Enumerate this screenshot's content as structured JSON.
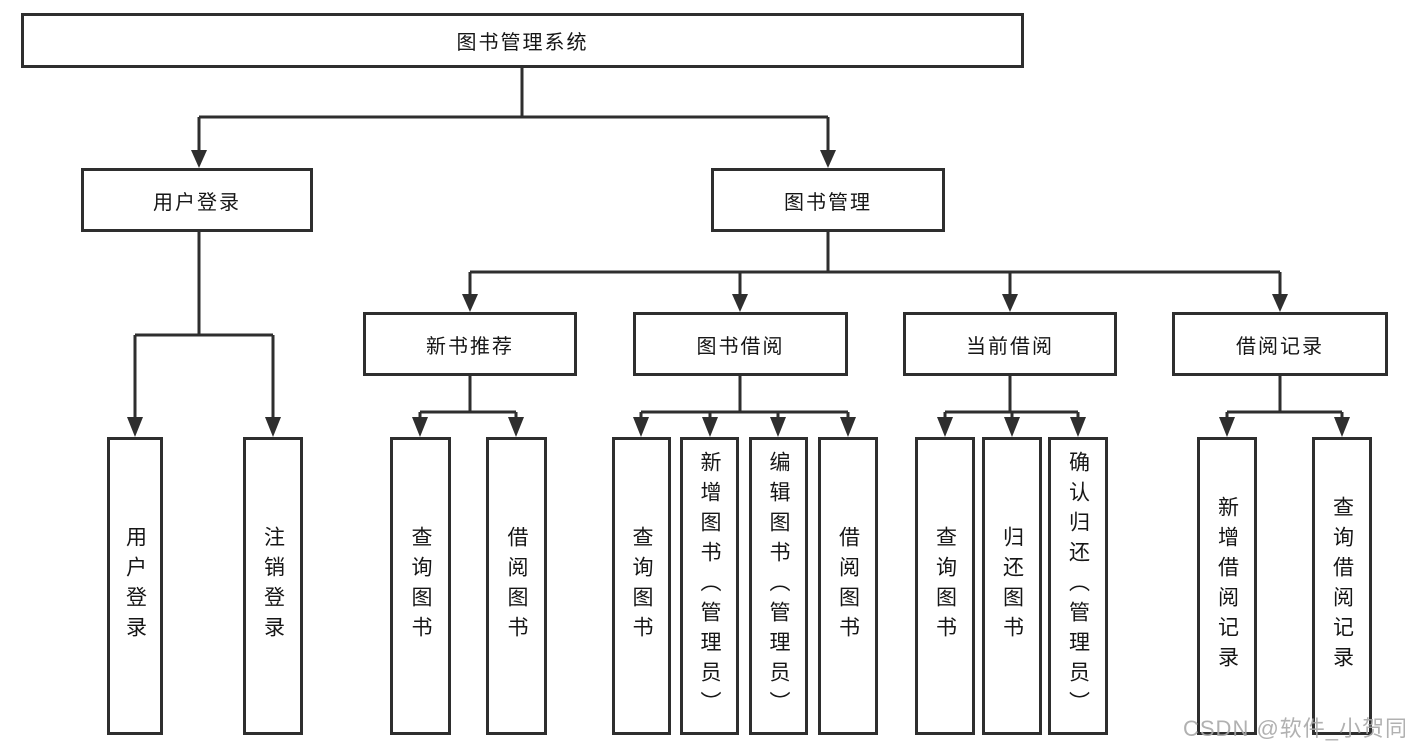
{
  "diagram": {
    "root": {
      "label": "图书管理系统"
    },
    "children": [
      {
        "label": "用户登录",
        "children": [
          {
            "label": "用户登录"
          },
          {
            "label": "注销登录"
          }
        ]
      },
      {
        "label": "图书管理",
        "children": [
          {
            "label": "新书推荐",
            "children": [
              {
                "label": "查询图书"
              },
              {
                "label": "借阅图书"
              }
            ]
          },
          {
            "label": "图书借阅",
            "children": [
              {
                "label": "查询图书"
              },
              {
                "label": "新增图书（管理员）"
              },
              {
                "label": "编辑图书（管理员）"
              },
              {
                "label": "借阅图书"
              }
            ]
          },
          {
            "label": "当前借阅",
            "children": [
              {
                "label": "查询图书"
              },
              {
                "label": "归还图书"
              },
              {
                "label": "确认归还（管理员）"
              }
            ]
          },
          {
            "label": "借阅记录",
            "children": [
              {
                "label": "新增借阅记录"
              },
              {
                "label": "查询借阅记录"
              }
            ]
          }
        ]
      }
    ]
  },
  "watermark": {
    "text": "CSDN @软件_小贺同学"
  },
  "colors": {
    "line": "#2e2e2e",
    "box_border": "#2e2e2e",
    "text": "#161616",
    "watermark": "#a8a8a8",
    "background": "#ffffff"
  }
}
